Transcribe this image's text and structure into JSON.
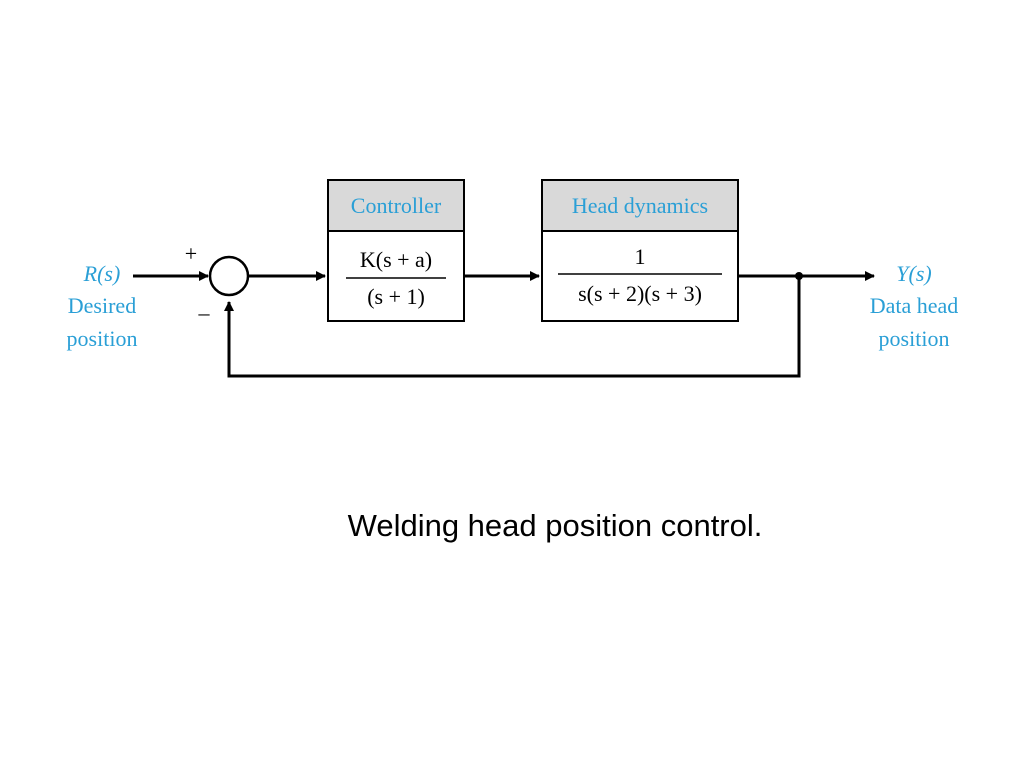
{
  "diagram": {
    "input": {
      "signal": "R(s)",
      "label_line1": "Desired",
      "label_line2": "position"
    },
    "summing_junction": {
      "plus": "+",
      "minus": "–"
    },
    "controller": {
      "title": "Controller",
      "numerator": "K(s + a)",
      "denominator": "(s + 1)"
    },
    "plant": {
      "title": "Head dynamics",
      "numerator": "1",
      "denominator": "s(s + 2)(s + 3)"
    },
    "output": {
      "signal": "Y(s)",
      "label_line1": "Data head",
      "label_line2": "position"
    },
    "colors": {
      "label_blue": "#2a9fd6",
      "header_gray": "#d9d9d9",
      "line": "#000000"
    }
  },
  "caption": "Welding head position control."
}
